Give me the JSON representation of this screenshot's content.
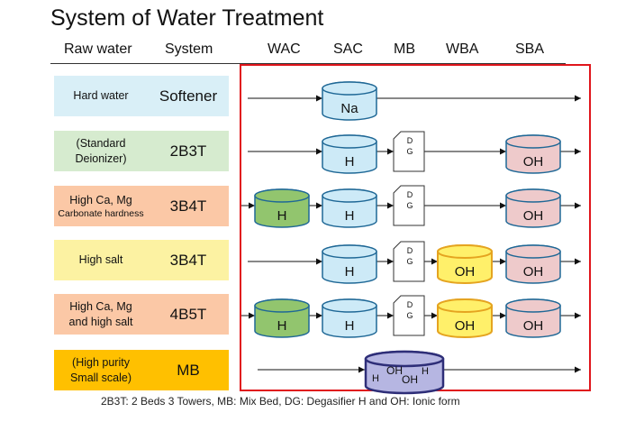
{
  "title": "System of Water Treatment",
  "headers": {
    "raw_water": "Raw water",
    "system": "System",
    "wac": "WAC",
    "sac": "SAC",
    "mb": "MB",
    "wba": "WBA",
    "sba": "SBA"
  },
  "colors": {
    "frame": "#e0161c",
    "na_fill": "#cdeaf7",
    "h_fill": "#cdeaf7",
    "wac_fill": "#92c56e",
    "wba_fill": "#fff06a",
    "wba_stroke": "#e5a420",
    "sba_fill": "#eecacb",
    "mb_fill": "#b6b6e2",
    "mb_stroke": "#2e2e78",
    "tank_stroke": "#1f6896"
  },
  "rows": [
    {
      "name_lines": [
        "Hard water"
      ],
      "sub": "",
      "system": "Softener",
      "color": "#d9eff7",
      "units": [
        {
          "pos": "sac",
          "kind": "sac",
          "text": "Na"
        }
      ]
    },
    {
      "name_lines": [
        "(Standard",
        "Deionizer)"
      ],
      "sub": "",
      "system": "2B3T",
      "color": "#d6ebcf",
      "units": [
        {
          "pos": "sac",
          "kind": "sac",
          "text": "H"
        },
        {
          "pos": "dg",
          "kind": "dg",
          "text": "D G"
        },
        {
          "pos": "sba",
          "kind": "sba",
          "text": "OH"
        }
      ]
    },
    {
      "name_lines": [
        "High Ca, Mg"
      ],
      "sub": "Carbonate hardness",
      "system": "3B4T",
      "color": "#fbc8a6",
      "units": [
        {
          "pos": "wac",
          "kind": "wac",
          "text": "H"
        },
        {
          "pos": "sac",
          "kind": "sac",
          "text": "H"
        },
        {
          "pos": "dg",
          "kind": "dg",
          "text": "D G"
        },
        {
          "pos": "sba",
          "kind": "sba",
          "text": "OH"
        }
      ]
    },
    {
      "name_lines": [
        "High salt"
      ],
      "sub": "",
      "system": "3B4T",
      "color": "#fcf2a2",
      "units": [
        {
          "pos": "sac",
          "kind": "sac",
          "text": "H"
        },
        {
          "pos": "dg",
          "kind": "dg",
          "text": "D G"
        },
        {
          "pos": "wba",
          "kind": "wba",
          "text": "OH"
        },
        {
          "pos": "sba",
          "kind": "sba",
          "text": "OH"
        }
      ]
    },
    {
      "name_lines": [
        "High Ca, Mg",
        "and high salt"
      ],
      "sub": "",
      "system": "4B5T",
      "color": "#fbc8a6",
      "units": [
        {
          "pos": "wac",
          "kind": "wac",
          "text": "H"
        },
        {
          "pos": "sac",
          "kind": "sac",
          "text": "H"
        },
        {
          "pos": "dg",
          "kind": "dg",
          "text": "D G"
        },
        {
          "pos": "wba",
          "kind": "wba",
          "text": "OH"
        },
        {
          "pos": "sba",
          "kind": "sba",
          "text": "OH"
        }
      ]
    },
    {
      "name_lines": [
        "(High purity",
        "Small scale)"
      ],
      "sub": "",
      "system": "MB",
      "color": "#ffc000",
      "units": [
        {
          "pos": "mb",
          "kind": "mb",
          "text": "H OH OH H"
        }
      ]
    }
  ],
  "footnote": "2B3T: 2 Beds 3 Towers,    MB: Mix Bed,    DG: Degasifier  H and OH: Ionic form"
}
